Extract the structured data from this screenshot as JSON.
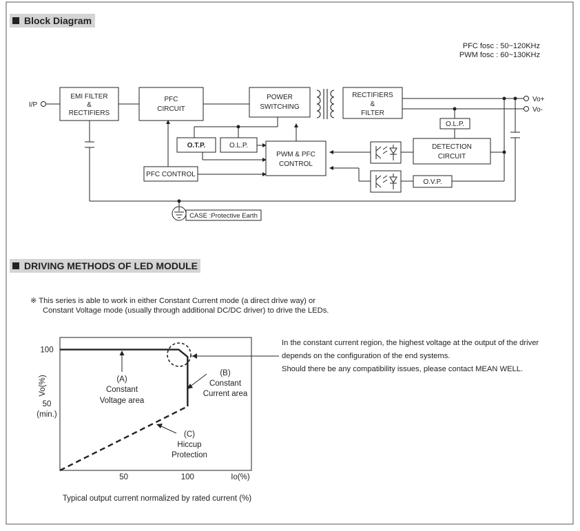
{
  "sections": {
    "block_title": "Block Diagram",
    "driving_title": "DRIVING METHODS OF LED MODULE"
  },
  "freq": {
    "pfc": "PFC fosc : 50~120KHz",
    "pwm": "PWM fosc : 60~130KHz"
  },
  "blocks": {
    "ip": "I/P",
    "emi": [
      "EMI FILTER",
      "&",
      "RECTIFIERS"
    ],
    "pfc": [
      "PFC",
      "CIRCUIT"
    ],
    "power": [
      "POWER",
      "SWITCHING"
    ],
    "rect": [
      "RECTIFIERS",
      "&",
      "FILTER"
    ],
    "vo_plus": "Vo+",
    "vo_minus": "Vo-",
    "otp": "O.T.P.",
    "olp": "O.L.P.",
    "olp_out": "O.L.P.",
    "pwm": [
      "PWM & PFC",
      "CONTROL"
    ],
    "detect": [
      "DETECTION",
      "CIRCUIT"
    ],
    "ovp": "O.V.P.",
    "pfc_control": "PFC CONTROL",
    "case": "CASE :Protective Earth"
  },
  "driving": {
    "note_line1": "※ This series is able to work in either Constant Current mode (a direct drive way) or",
    "note_line2": "Constant Voltage mode (usually through additional DC/DC driver) to drive the LEDs.",
    "side_line1": "In the constant current region, the highest voltage at the output of the driver",
    "side_line2": "depends on the configuration of the end systems.",
    "side_line3": "Should there be any compatibility issues, please contact MEAN WELL."
  },
  "chart_data": {
    "type": "line",
    "xlabel": "Io(%)",
    "ylabel": "Vo(%)",
    "x_ticks": [
      "50",
      "100"
    ],
    "y_ticks": [
      "100",
      "50",
      "(min.)"
    ],
    "xlim": [
      0,
      150
    ],
    "ylim": [
      0,
      110
    ],
    "caption": "Typical output current normalized by rated current (%)",
    "series": [
      {
        "style": "solid",
        "x": [
          0,
          93,
          100,
          100
        ],
        "y": [
          100,
          100,
          94,
          53
        ]
      },
      {
        "style": "dashed",
        "x": [
          0,
          100
        ],
        "y": [
          0,
          53
        ]
      }
    ],
    "annotations": [
      {
        "id": "A",
        "lines": [
          "(A)",
          "Constant",
          "Voltage area"
        ]
      },
      {
        "id": "B",
        "lines": [
          "(B)",
          "Constant",
          "Current area"
        ]
      },
      {
        "id": "C",
        "lines": [
          "(C)",
          "Hiccup",
          "Protection"
        ]
      }
    ]
  }
}
